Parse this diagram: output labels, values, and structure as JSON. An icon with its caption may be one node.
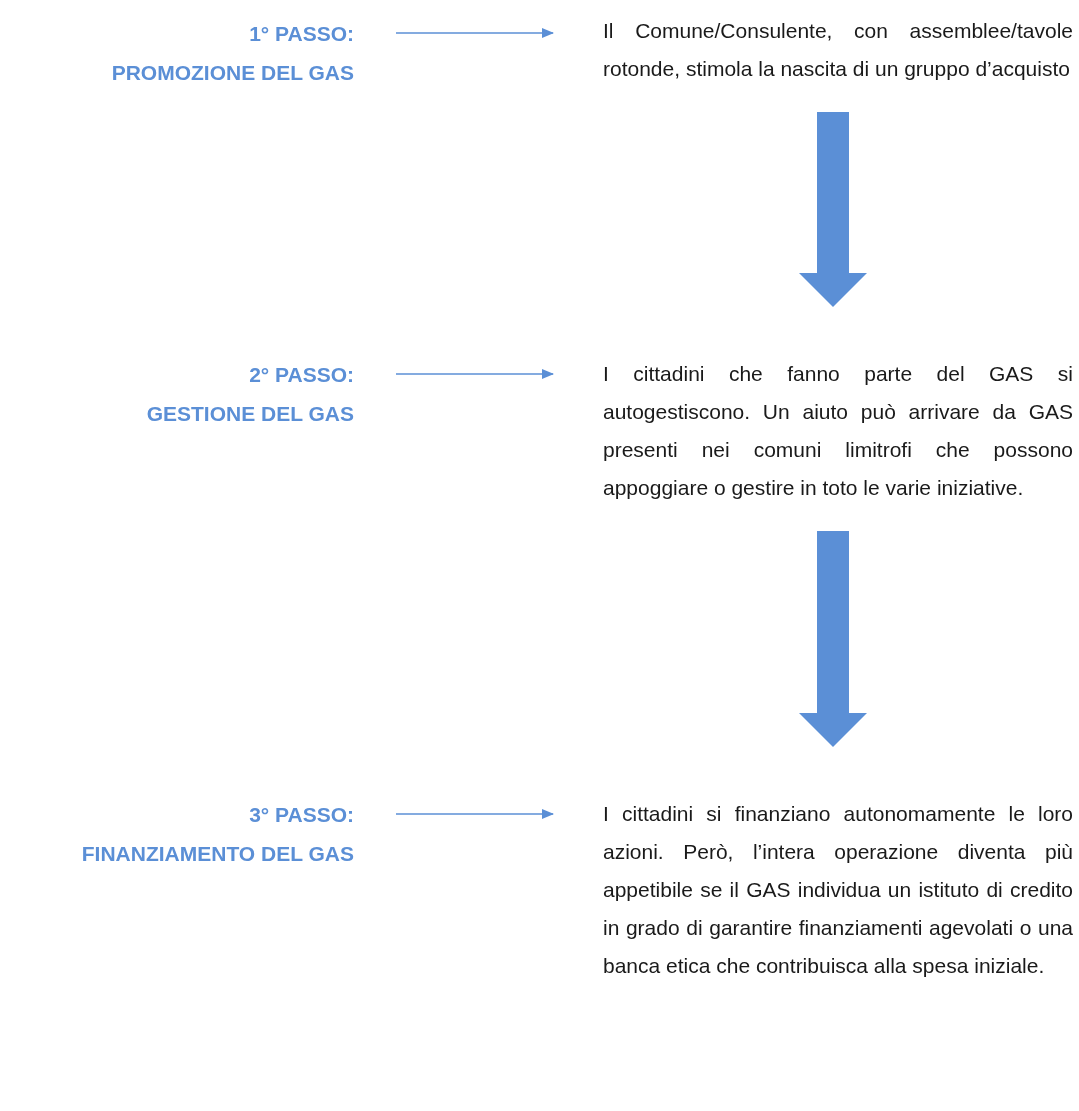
{
  "diagram": {
    "nodes": [
      {
        "text": [
          "1° PASSO:",
          "PROMOZIONE DEL GAS"
        ]
      },
      {
        "text": [
          "Il Comune/Consulente, con assemblee/tavole rotonde, stimola la nascita di un gruppo d’acquisto"
        ]
      },
      {
        "text": [
          "2° PASSO:",
          "GESTIONE DEL GAS"
        ]
      },
      {
        "text": [
          "I cittadini che fanno parte del GAS si autogestiscono. Un aiuto può arrivare da GAS presenti nei comuni limitrofi che possono appoggiare o gestire in toto le varie iniziative."
        ]
      },
      {
        "text": [
          "3° PASSO:",
          "FINANZIAMENTO DEL GAS"
        ]
      },
      {
        "text": [
          "I cittadini si finanziano autonomamente le loro azioni. Però, l’intera operazione diventa più appetibile se il GAS individua un istituto di credito in grado di garantire finanziamenti agevolati o una banca etica che contribuisca alla spesa iniziale."
        ]
      }
    ],
    "edges": [
      {
        "from": 0,
        "to": 1,
        "arrow": "to"
      },
      {
        "from": 1,
        "to": 3,
        "arrow": "to",
        "style": "thick"
      },
      {
        "from": 2,
        "to": 3,
        "arrow": "to"
      },
      {
        "from": 3,
        "to": 5,
        "arrow": "to",
        "style": "thick"
      },
      {
        "from": 4,
        "to": 5,
        "arrow": "to"
      }
    ]
  }
}
